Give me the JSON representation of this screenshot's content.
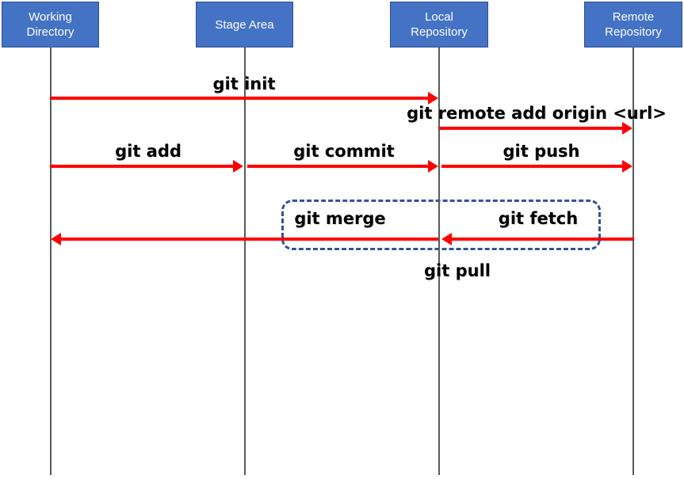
{
  "lifelines": [
    {
      "label": "Working Directory"
    },
    {
      "label": "Stage Area"
    },
    {
      "label": "Local Repository"
    },
    {
      "label": "Remote Repository"
    }
  ],
  "messages": [
    {
      "label": "git init",
      "from": "Working Directory",
      "to": "Local Repository"
    },
    {
      "label": "git remote add origin <url>",
      "from": "Local Repository",
      "to": "Remote Repository"
    },
    {
      "label": "git add",
      "from": "Working Directory",
      "to": "Stage Area"
    },
    {
      "label": "git commit",
      "from": "Stage Area",
      "to": "Local Repository"
    },
    {
      "label": "git push",
      "from": "Local Repository",
      "to": "Remote Repository"
    },
    {
      "label": "git merge",
      "from": "Local Repository",
      "to": "Working Directory"
    },
    {
      "label": "git fetch",
      "from": "Remote Repository",
      "to": "Local Repository"
    }
  ],
  "group": {
    "label": "git pull",
    "contains": [
      "git merge",
      "git fetch"
    ]
  },
  "colors": {
    "header_fill": "#4472C4",
    "header_border": "#2F528F",
    "header_text": "#FFFFFF",
    "arrow": "#FF0000",
    "lifeline": "#5A5A5A",
    "group_border": "#2F5496",
    "label_text": "#000000"
  }
}
